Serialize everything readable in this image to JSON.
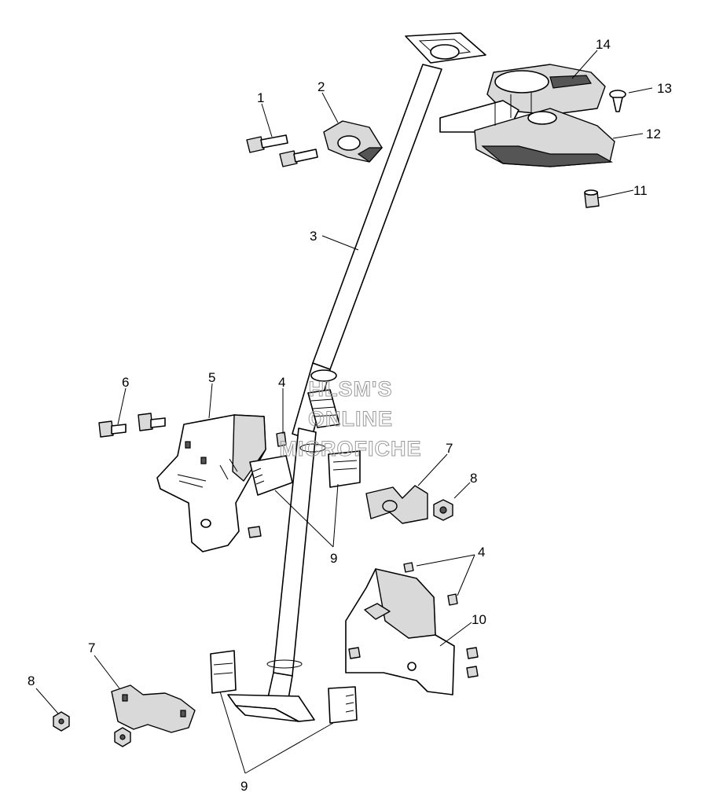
{
  "callouts": {
    "c1": "1",
    "c2": "2",
    "c3": "3",
    "c4a": "4",
    "c4b": "4",
    "c5": "5",
    "c6": "6",
    "c7a": "7",
    "c7b": "7",
    "c8a": "8",
    "c8b": "8",
    "c9a": "9",
    "c9b": "9",
    "c10": "10",
    "c11": "11",
    "c12": "12",
    "c13": "13",
    "c14": "14"
  },
  "watermark": {
    "line1": "HLSM'S",
    "line2": "ONLINE",
    "line3": "MICROFICHE"
  }
}
